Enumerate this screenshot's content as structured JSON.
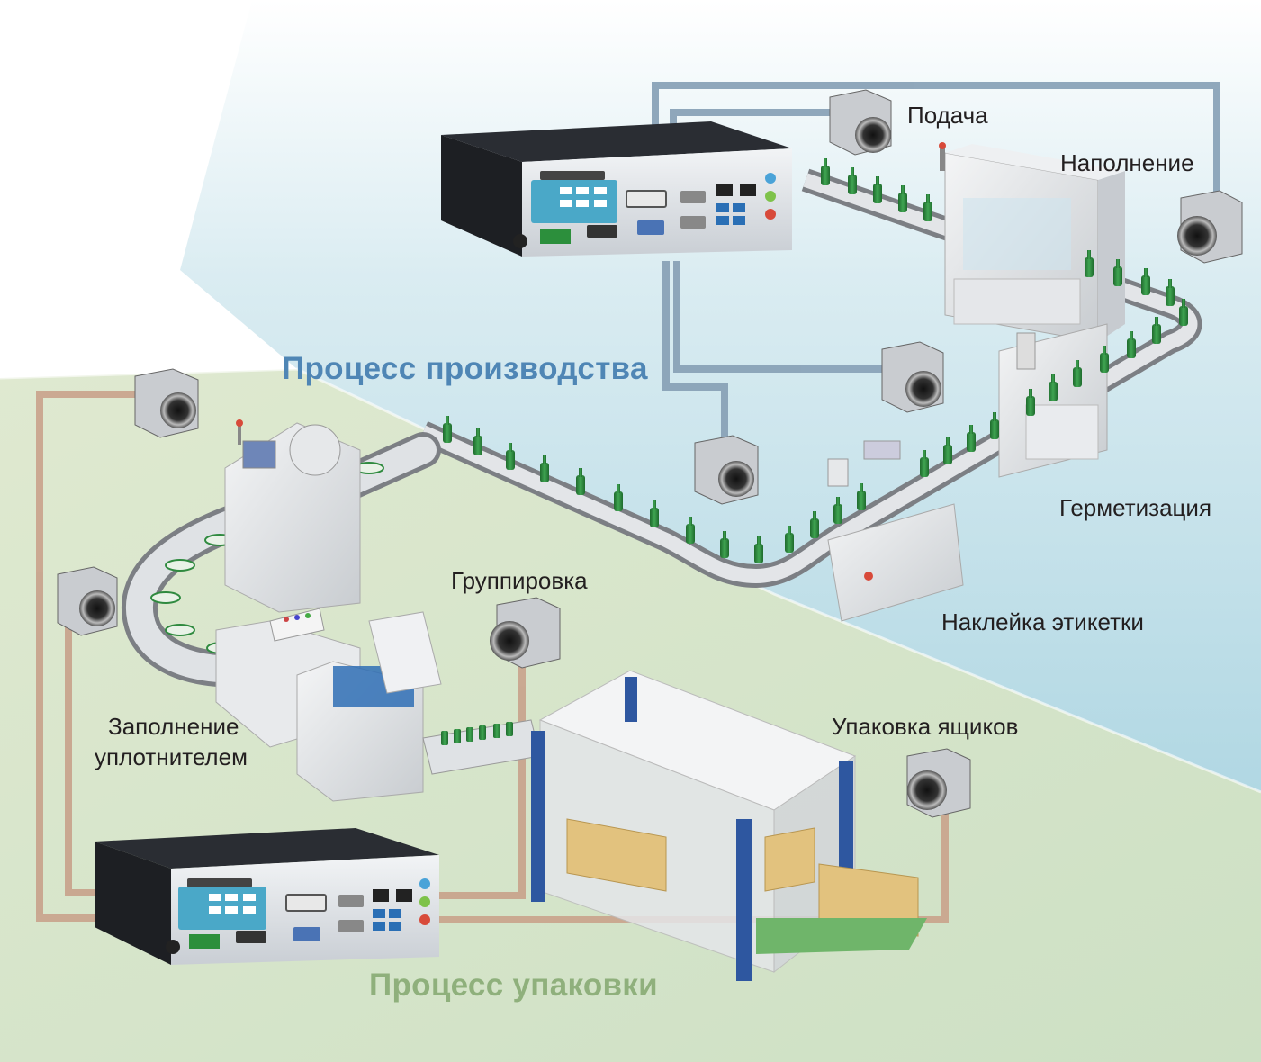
{
  "labels": {
    "feed": "Подача",
    "fill": "Наполнение",
    "seal": "Герметизация",
    "label": "Наклейка этикетки",
    "group": "Группировка",
    "packing_line1": "Заполнение",
    "packing_line2": "уплотнителем",
    "case_packing": "Упаковка ящиков"
  },
  "titles": {
    "production": "Процесс производства",
    "packaging": "Процесс упаковки"
  },
  "colors": {
    "production_cable": "#8aa3b8",
    "packaging_cable": "#c9a58e",
    "production_title": "#4f86b5",
    "packaging_title": "#8fb07c",
    "bottle": "#2f8a3f",
    "box": "#e2c27e"
  }
}
